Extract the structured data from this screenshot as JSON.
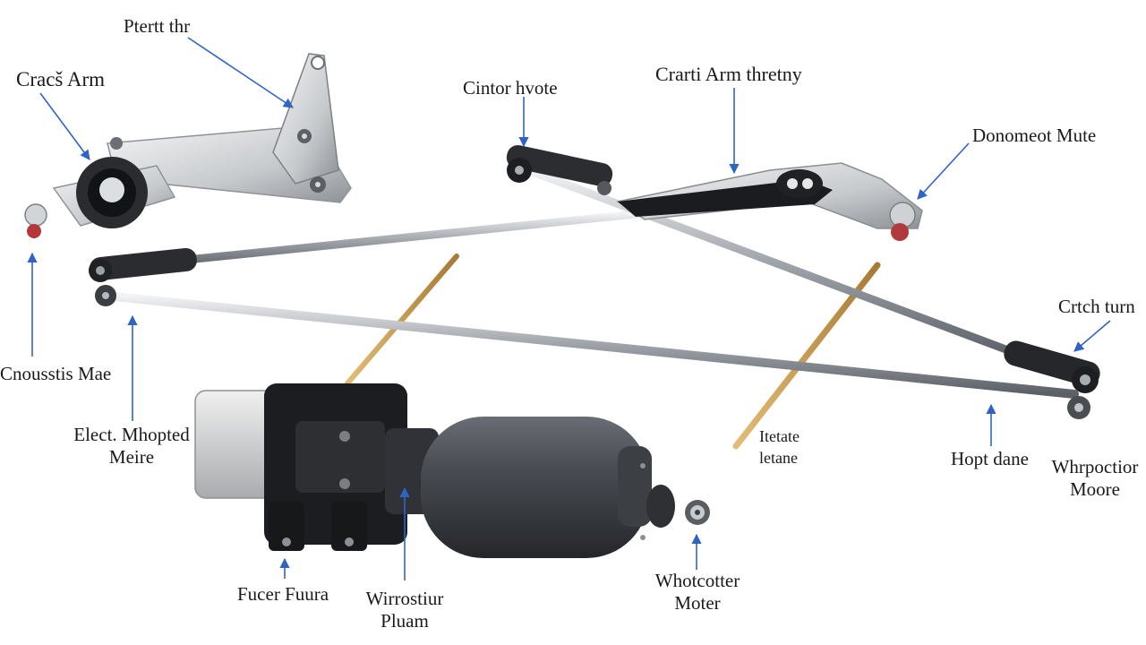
{
  "labels": {
    "pivot_top": "Ptertt thr",
    "crank_arm_left": "Cracš Arm",
    "center_pivot": "Cintor hvote",
    "crank_arm_assembly": "Crarti Arm thretny",
    "connector_mute": "Donomeot Mute",
    "crank_arm_right": "Crtch turn",
    "chassis_mount": "Cnousstis Mae",
    "electric_motor": [
      "Elect. Mhopted",
      "Meire"
    ],
    "rod_label": [
      "Itetate",
      "letane"
    ],
    "right_mount": "Hopt dane",
    "wiper_motor_right": [
      "Whrpoctior",
      "Moore"
    ],
    "gear_housing": "Fucer Fuura",
    "wiper_motor_bottom": [
      "Wirrostiur",
      "Pluam"
    ],
    "wiper_motor_center": [
      "Whotcotter",
      "Moter"
    ]
  },
  "colors": {
    "arrow": "#2f64c4",
    "text": "#1a1a1a",
    "metal": "#c9ccd0",
    "motor_body": "#3b3e44",
    "bracket": "#222326",
    "wood": "#c79a4d"
  }
}
